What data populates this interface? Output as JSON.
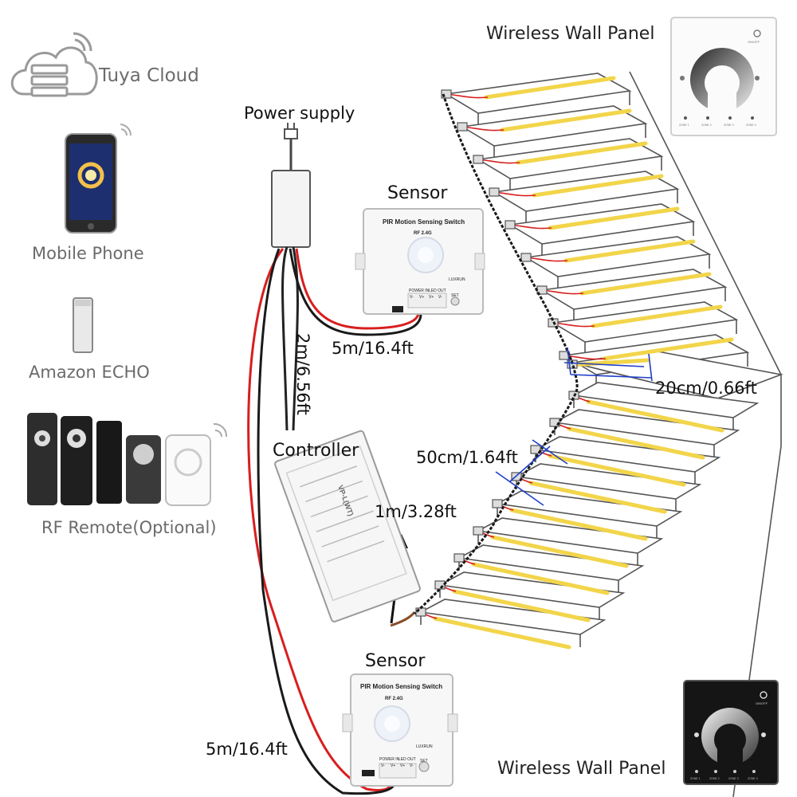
{
  "labels": {
    "tuya_cloud": "Tuya Cloud",
    "mobile_phone": "Mobile Phone",
    "amazon_echo": "Amazon ECHO",
    "rf_remote": "RF Remote(Optional)",
    "power_supply": "Power supply",
    "sensor_top": "Sensor",
    "sensor_bottom": "Sensor",
    "controller": "Controller",
    "wall_panel_top": "Wireless Wall Panel",
    "wall_panel_bottom": "Wireless Wall Panel"
  },
  "dimensions": {
    "cable_sensor_top": "5m/16.4ft",
    "cable_power": "2m/6.56ft",
    "cable_controller": "1m/3.28ft",
    "cable_sensor_bottom": "5m/16.4ft",
    "strip_spacing": "20cm/0.66ft",
    "step_spacing": "50cm/1.64ft"
  },
  "sensor_device": {
    "title": "PIR Motion Sensing Switch",
    "rf": "RF 2.4G",
    "terminals": [
      "V-",
      "V+",
      "V+",
      "V-"
    ],
    "power_in": "POWER IN",
    "led_out": "LED OUT",
    "luxrun": "LUXRUN",
    "set": "SET"
  },
  "wall_panel": {
    "zones": [
      "ZONE 1",
      "ZONE 2",
      "ZONE 3",
      "ZONE 4"
    ],
    "onoff": "ON/OFF"
  },
  "controller_device": {
    "model": "VP-L(WT)"
  },
  "colors": {
    "wire_red": "#d81e1e",
    "wire_black": "#1a1a1a",
    "strip": "#f2d54a",
    "measure": "#1f3fc9",
    "panel_black": "#151515"
  }
}
